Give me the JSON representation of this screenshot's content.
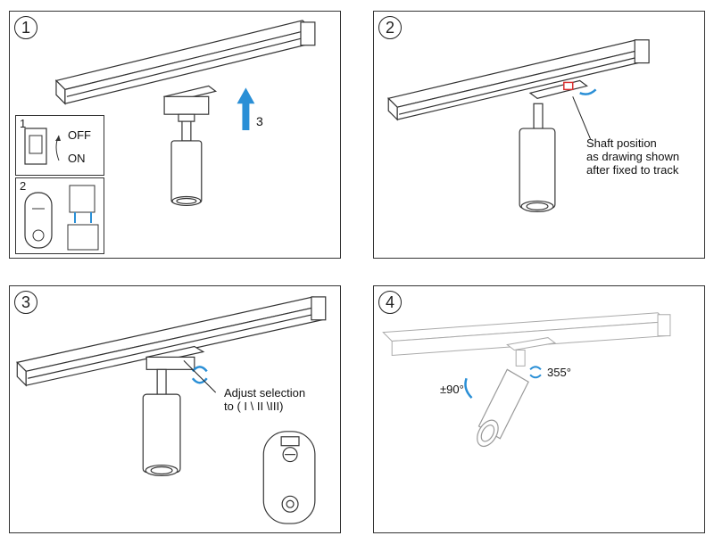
{
  "panels": [
    {
      "number": "1",
      "arrow_label": "3",
      "switch_box": {
        "number": "1",
        "off": "OFF",
        "on": "ON"
      },
      "connector_box": {
        "number": "2"
      }
    },
    {
      "number": "2",
      "note": "Shaft position\nas drawing shown\nafter fixed to track"
    },
    {
      "number": "3",
      "note": "Adjust selection\nto ( I \\ II \\III)"
    },
    {
      "number": "4",
      "tilt_label": "±90°",
      "rotate_label": "355°"
    }
  ],
  "colors": {
    "accent_arrow": "#2a8fd6",
    "line": "#333333",
    "warning": "#d83030"
  }
}
